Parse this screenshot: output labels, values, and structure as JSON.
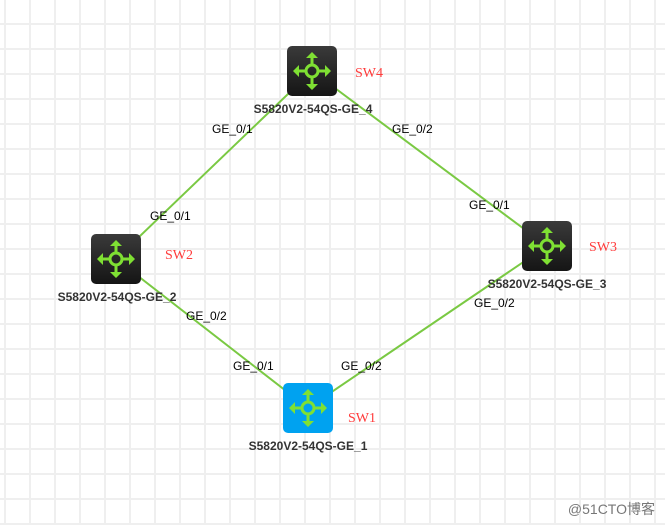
{
  "colors": {
    "link": "#7ac943",
    "device_dark": "#2a2a2a",
    "device_selected": "#00a2f0",
    "icon": "#7fe033",
    "name": "#ff3b3b"
  },
  "devices": [
    {
      "id": "SW4",
      "name": "SW4",
      "model": "S5820V2-54QS-GE_4",
      "selected": false,
      "icon": "switch-arrows-icon"
    },
    {
      "id": "SW2",
      "name": "SW2",
      "model": "S5820V2-54QS-GE_2",
      "selected": false,
      "icon": "switch-arrows-icon"
    },
    {
      "id": "SW3",
      "name": "SW3",
      "model": "S5820V2-54QS-GE_3",
      "selected": false,
      "icon": "switch-arrows-icon"
    },
    {
      "id": "SW1",
      "name": "SW1",
      "model": "S5820V2-54QS-GE_1",
      "selected": true,
      "icon": "switch-arrows-icon"
    }
  ],
  "links": [
    {
      "from": "SW4",
      "from_port": "GE_0/1",
      "to": "SW2",
      "to_port": "GE_0/1"
    },
    {
      "from": "SW4",
      "from_port": "GE_0/2",
      "to": "SW3",
      "to_port": "GE_0/1"
    },
    {
      "from": "SW2",
      "from_port": "GE_0/2",
      "to": "SW1",
      "to_port": "GE_0/1"
    },
    {
      "from": "SW3",
      "from_port": "GE_0/2",
      "to": "SW1",
      "to_port": "GE_0/2"
    }
  ],
  "watermark": "@51CTO博客"
}
